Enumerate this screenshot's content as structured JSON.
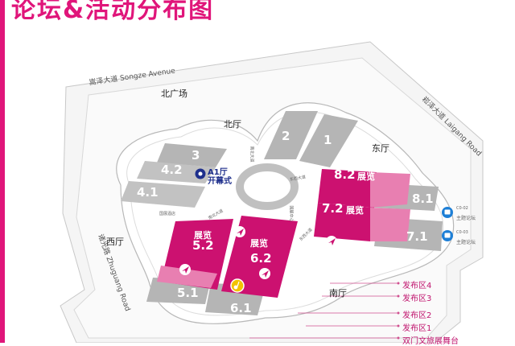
{
  "header": {
    "title": "论坛&活动分布图"
  },
  "roads": {
    "songze": "嵩泽大道 Songze Avenue",
    "laigang": "崧泽大道 Laigang Road",
    "zhuguang": "诸光路 Zhuguang Road"
  },
  "areas": {
    "north_plaza": "北广场",
    "north_hall": "北厅",
    "east_hall": "东厅",
    "west_hall": "西厅",
    "south_hall": "南厅"
  },
  "halls": {
    "h1": "1",
    "h2": "2",
    "h3": "3",
    "h4_2": "4.2",
    "h4_1": "4.1",
    "h5_2": "5.2",
    "h5_1": "5.1",
    "h6_2": "6.2",
    "h6_1": "6.1",
    "h7_2": "7.2",
    "h7_1": "7.1",
    "h8_2": "8.2",
    "h8_1": "8.1"
  },
  "exhibit_word": "展览",
  "forum": {
    "line1": "A1厅",
    "line2": "开幕式"
  },
  "side_forums": {
    "c2": {
      "code": "C0-02",
      "name": "主题论坛"
    },
    "c3": {
      "code": "C0-03",
      "name": "主题论坛"
    }
  },
  "legend": {
    "zone4": "发布区4",
    "zone3": "发布区3",
    "zone2": "发布区2",
    "zone1": "发布区1",
    "stage": "双门文旅展舞台"
  },
  "tiny_labels": [
    "南北大道",
    "东西大道",
    "国展酒店",
    "南北大道",
    "国展中心",
    "东西大道"
  ],
  "colors": {
    "accent": "#e0157a",
    "hall_gray": "#b5b5b5",
    "hall_pink": "#cc1170",
    "forum_blue": "#1e2f8c"
  },
  "icons": [
    "paper-plane-icon",
    "location-pin-icon",
    "bus-icon",
    "music-stage-icon"
  ]
}
